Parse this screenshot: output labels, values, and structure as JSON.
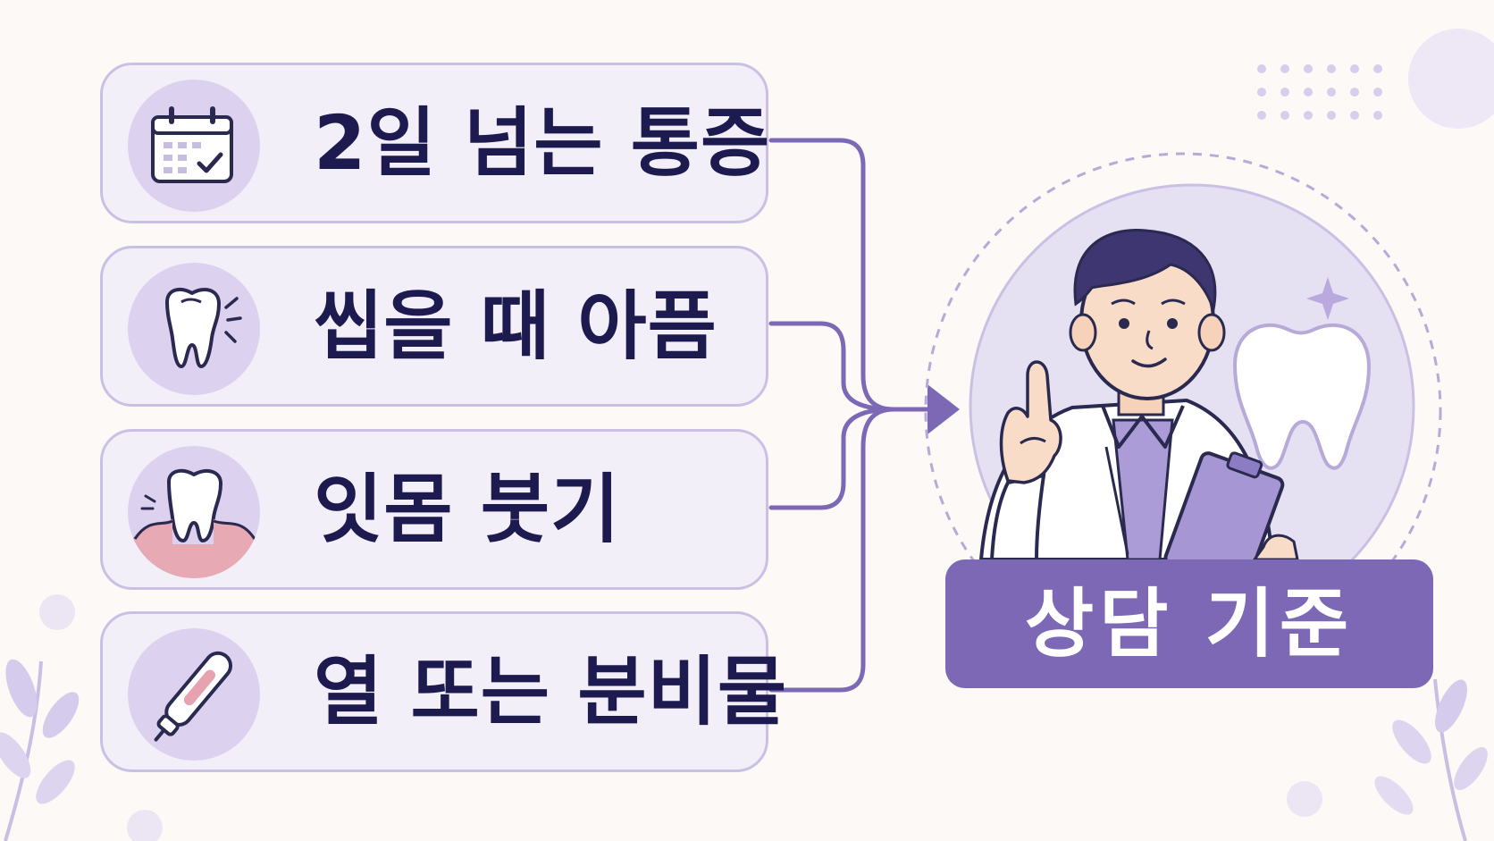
{
  "symptoms": [
    {
      "label": "2일 넘는 통증",
      "icon": "calendar-icon"
    },
    {
      "label": "씹을 때 아픔",
      "icon": "tooth-pain-icon"
    },
    {
      "label": "잇몸 붓기",
      "icon": "swollen-gum-icon"
    },
    {
      "label": "열 또는 분비물",
      "icon": "thermometer-icon"
    }
  ],
  "result": {
    "label": "상담 기준"
  },
  "colors": {
    "background": "#fcf9f6",
    "card": "#f3eff9",
    "card_border": "#cbc0e4",
    "accent": "#7d68b6",
    "text": "#1c1a4f"
  }
}
